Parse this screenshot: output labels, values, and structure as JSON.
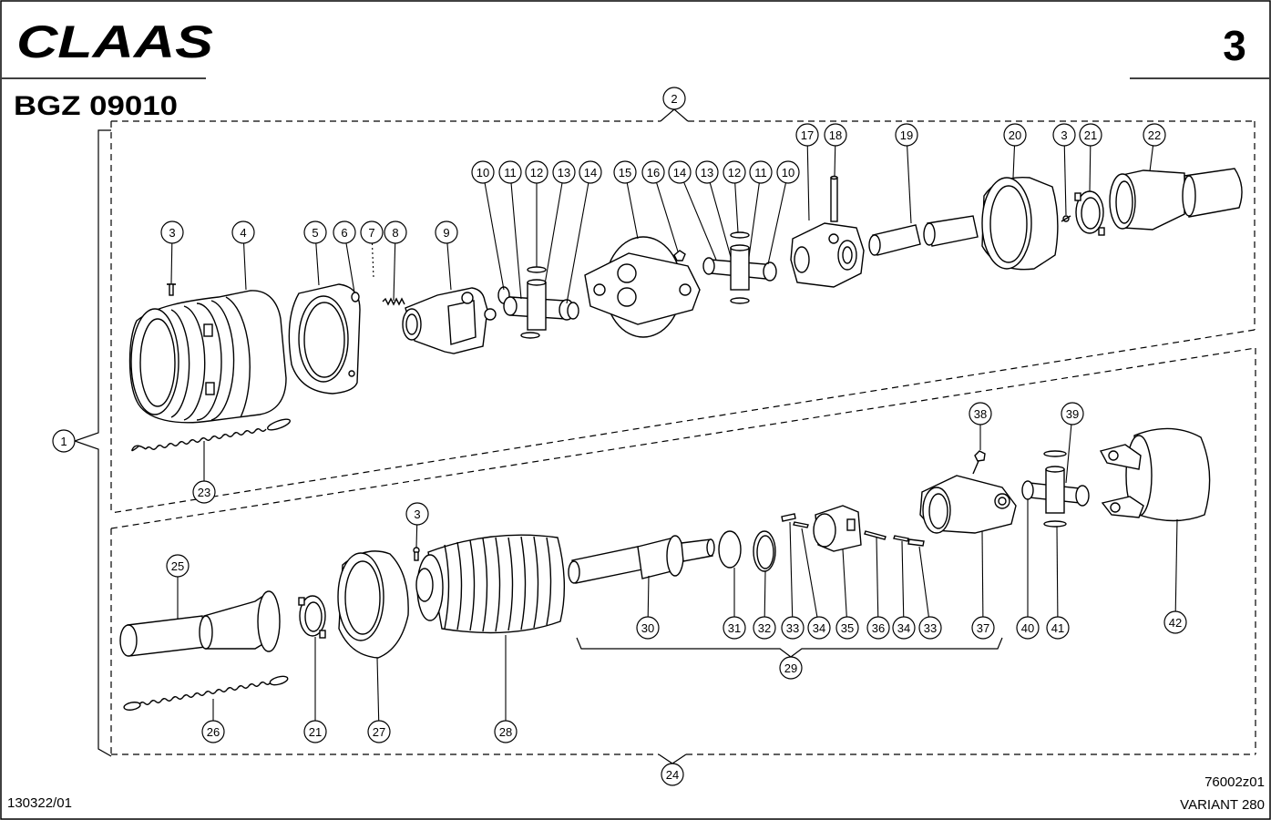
{
  "brand": {
    "logo_text": "CLAAS"
  },
  "page_number": "3",
  "drawing_title": "BGZ 09010",
  "drawing_code": "76002z01",
  "variant": "VARIANT 280",
  "doc_ref": "130322/01",
  "callouts": [
    "2",
    "17",
    "18",
    "19",
    "20",
    "3",
    "21",
    "22",
    "10",
    "11",
    "12",
    "13",
    "14",
    "15",
    "16",
    "14",
    "13",
    "12",
    "11",
    "10",
    "3",
    "4",
    "5",
    "6",
    "7",
    "8",
    "9",
    "1",
    "23",
    "38",
    "39",
    "3",
    "25",
    "30",
    "31",
    "32",
    "33",
    "34",
    "35",
    "36",
    "34",
    "33",
    "37",
    "40",
    "41",
    "42",
    "29",
    "26",
    "21",
    "27",
    "28",
    "24"
  ]
}
